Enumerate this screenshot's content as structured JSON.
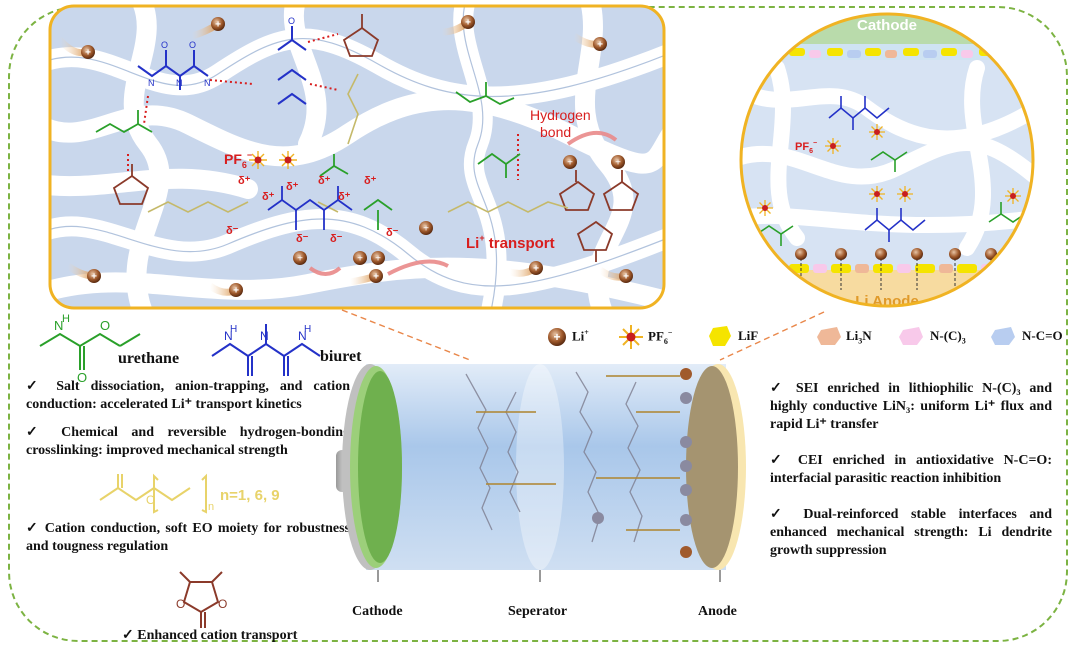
{
  "top_panel": {
    "pf6_label": "PF",
    "pf6_sub": "6",
    "pf6_sup": "−",
    "hydrogen_bond_label": [
      "Hydrogen",
      "bond"
    ],
    "li_transport_label": "Li",
    "li_transport_sup": "+",
    "li_transport_rest": " transport",
    "delta_plus": "δ⁺",
    "delta_minus": "δ⁻"
  },
  "circle_panel": {
    "cathode_label": "Cathode",
    "anode_label": "Li Anode",
    "pf6_label": "PF",
    "pf6_sub": "6",
    "pf6_sup": "−"
  },
  "left_panel": {
    "urethane_label": "urethane",
    "biuret_label": "biuret",
    "bullets": [
      "✓ Salt dissociation, anion-trapping, and cation conduction: accelerated Li⁺ transport kinetics",
      "✓ Chemical and reversible hydrogen-bonding crosslinking: improved mechanical strength",
      "✓ Cation conduction, soft EO moiety for robustness and tougness regulation"
    ],
    "eo_repeat_label": "n=1, 6, 9",
    "eo_subscript": "n",
    "enhanced_label": "✓ Enhanced cation transport"
  },
  "legend": {
    "items": [
      {
        "symbol": "Li",
        "sup": "+",
        "sub": "",
        "icon": "li-ion-icon"
      },
      {
        "symbol": "PF",
        "sup": "−",
        "sub": "6",
        "icon": "pf6-icon"
      },
      {
        "symbol": "LiF",
        "sup": "",
        "sub": "",
        "icon": "lif-icon"
      },
      {
        "symbol": "Li",
        "sup": "",
        "sub": "3",
        "tail": "N",
        "icon": "li3n-icon"
      },
      {
        "symbol": "N-(C)",
        "sup": "",
        "sub": "3",
        "icon": "n-c3-icon"
      },
      {
        "symbol": "N-C=O",
        "sup": "",
        "sub": "",
        "icon": "n-c-o-icon"
      }
    ],
    "colors": {
      "li": "#8d4a1e",
      "pf6": "#c81e1e",
      "lif": "#f5e400",
      "li3n": "#efb898",
      "nc3": "#f8c9ea",
      "nco": "#b8cdf0"
    }
  },
  "cell": {
    "cathode_label": "Cathode",
    "separator_label": "Seperator",
    "anode_label": "Anode"
  },
  "right_bullets": [
    "✓ SEI enriched in lithiophilic N-(C)₃ and highly conductive LiN₃: uniform Li⁺ flux and rapid Li⁺ transfer",
    "✓ CEI enriched in antioxidative N-C=O: interfacial parasitic reaction inhibition",
    "✓ Dual-reinforced stable interfaces and enhanced mechanical strength: Li dendrite growth suppression"
  ],
  "colors": {
    "frame": "#7cb342",
    "panel_border": "#f0b323",
    "polymer": "#ffffff",
    "panel_bg": "#dde8f6",
    "red_text": "#d81e1e",
    "blue_chem": "#2432c8",
    "green_chem": "#2aa02a",
    "brown_chem": "#8b3a2a"
  }
}
